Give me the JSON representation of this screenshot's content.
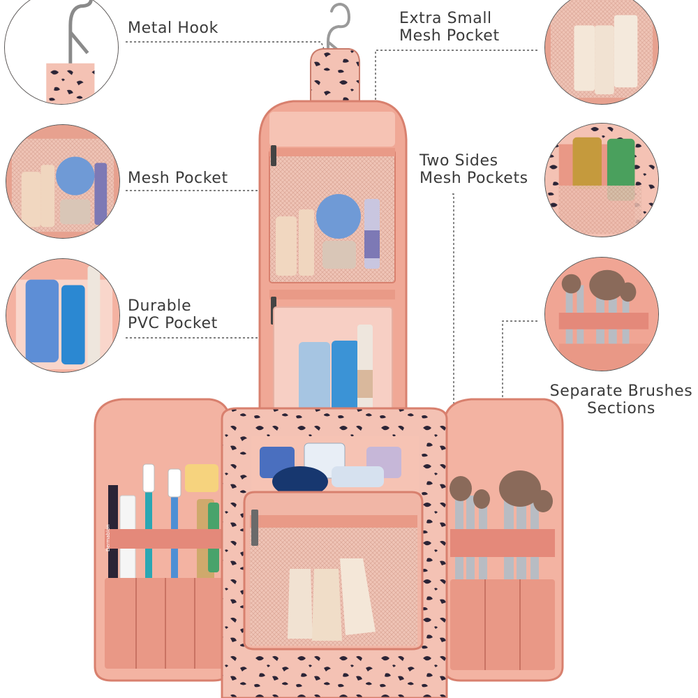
{
  "image": {
    "subject": "hanging-toiletry-bag",
    "palette": {
      "bag_pink": "#e9a08e",
      "lining_pink": "#f6c3b4",
      "trim_pink": "#d8806e",
      "leopard_spot": "#2b2436",
      "mesh": "#e6b7a9",
      "hook_metal": "#9a9a9a",
      "callout_line": "#555555"
    }
  },
  "callouts": {
    "metal_hook": {
      "lines": [
        "Metal Hook"
      ]
    },
    "extra_small_mesh": {
      "lines": [
        "Extra Small",
        "Mesh Pocket"
      ]
    },
    "mesh_pocket": {
      "lines": [
        "Mesh Pocket"
      ]
    },
    "two_sides_mesh": {
      "lines": [
        "Two Sides",
        "Mesh Pockets"
      ]
    },
    "durable_pvc": {
      "lines": [
        "Durable",
        "PVC Pocket"
      ]
    },
    "separate_brushes": {
      "lines": [
        "Separate Brushes",
        "Sections"
      ]
    }
  },
  "brand_print": [
    "Dermablon"
  ]
}
